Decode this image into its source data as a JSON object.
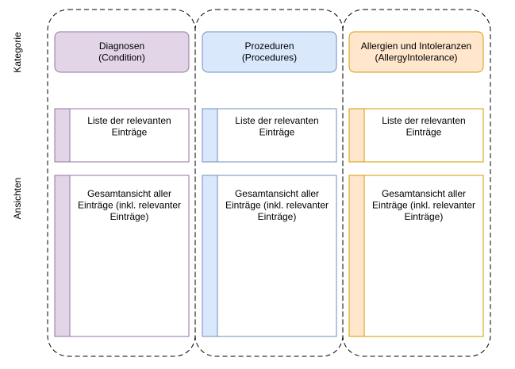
{
  "row_labels": {
    "category": "Kategorie",
    "views": "Ansichten"
  },
  "columns": [
    {
      "id": "diagnosen",
      "title": [
        "Diagnosen",
        "(Condition)"
      ],
      "list_text": [
        "Liste der relevanten",
        "Einträge"
      ],
      "overview_text": [
        "Gesamtansicht aller",
        "Einträge (inkl. relevanter",
        "Einträge)"
      ],
      "fill": "#e1d5e7",
      "stroke": "#9673a6"
    },
    {
      "id": "prozeduren",
      "title": [
        "Prozeduren",
        "(Procedures)"
      ],
      "list_text": [
        "Liste der relevanten",
        "Einträge"
      ],
      "overview_text": [
        "Gesamtansicht aller",
        "Einträge (inkl. relevanter",
        "Einträge)"
      ],
      "fill": "#dae8fc",
      "stroke": "#6c8ebf"
    },
    {
      "id": "allergien",
      "title": [
        "Allergien und Intoleranzen",
        "(AllergyIntolerance)"
      ],
      "list_text": [
        "Liste der relevanten",
        "Einträge"
      ],
      "overview_text": [
        "Gesamtansicht aller",
        "Einträge (inkl. relevanter",
        "Einträge)"
      ],
      "fill": "#ffe6cc",
      "stroke": "#d79b00"
    }
  ]
}
